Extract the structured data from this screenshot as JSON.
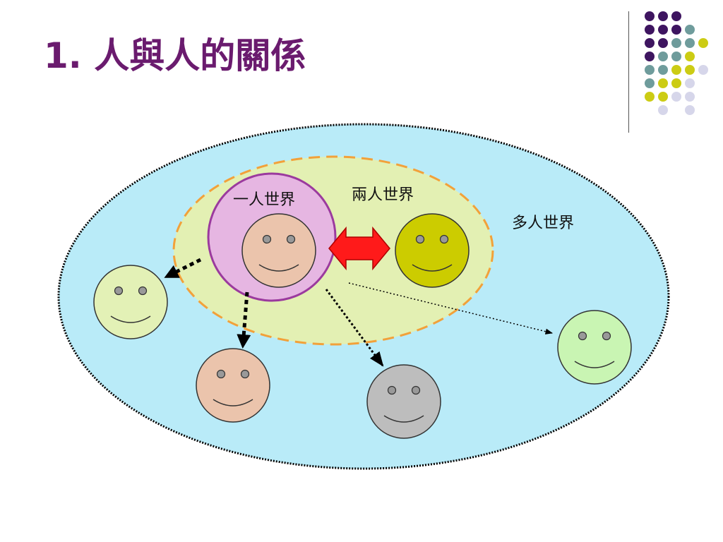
{
  "slide": {
    "title": "1. 人與人的關係"
  },
  "diagram": {
    "labels": {
      "self_world": "一人世界",
      "two_person_world": "兩人世界",
      "multi_person_world": "多人世界"
    },
    "colors": {
      "title": "#6a1b6e",
      "outer_world_fill": "#b9ebf8",
      "two_person_fill": "#e3f0b3",
      "two_person_border": "#f2a13a",
      "self_fill": "#e6b6e2",
      "self_border": "#9b3a9e",
      "arrow_red": "#ff1a1a",
      "face_self": "#ebc4ac",
      "face_partner": "#cccc00",
      "face_left": "#e3f1b6",
      "face_bottom_left": "#ebc4ac",
      "face_bottom_mid": "#bdbdbd",
      "face_right": "#c9f5b3"
    }
  },
  "decoration": {
    "dot_colors": {
      "purple": "#3e1560",
      "teal": "#6f9c9c",
      "yellow": "#cccc14",
      "lavender": "#d6d6ea"
    }
  }
}
